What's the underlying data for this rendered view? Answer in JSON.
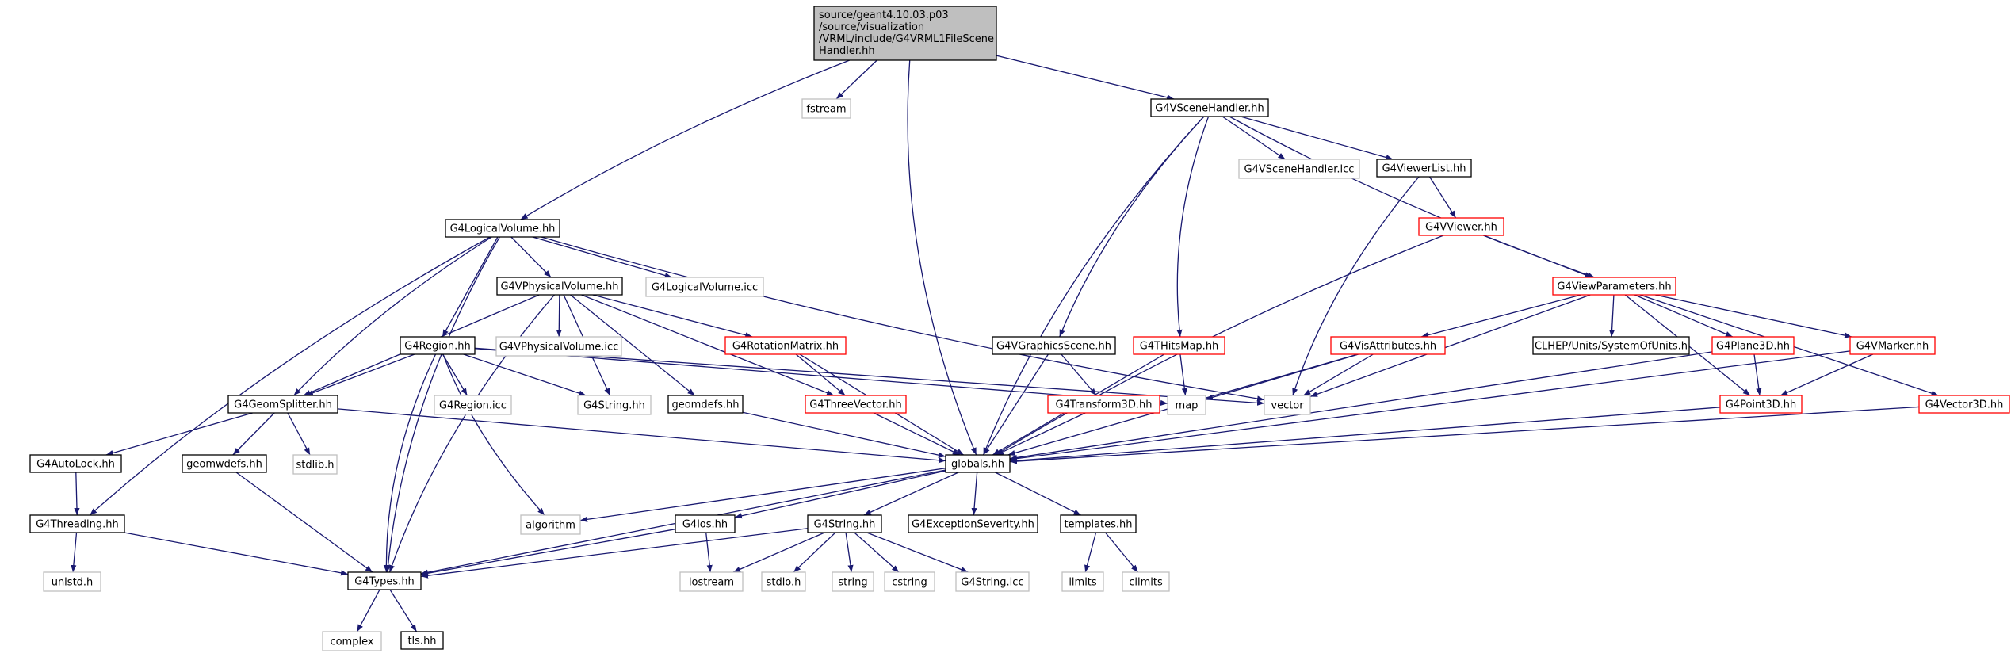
{
  "colors": {
    "edge": "#191970",
    "root_fill": "#bfbfbf",
    "black_border": "#000000",
    "red_border": "#ff0000",
    "gray_border": "#bfbfbf",
    "text": "#000000"
  },
  "root": {
    "lines": [
      "source/geant4.10.03.p03",
      "/source/visualization",
      "/VRML/include/G4VRML1FileScene",
      "Handler.hh"
    ]
  },
  "nodes": [
    {
      "id": "fstream",
      "label": "fstream",
      "style": "gray"
    },
    {
      "id": "g4vscenehandler",
      "label": "G4VSceneHandler.hh",
      "style": "black"
    },
    {
      "id": "g4vscenehandler_icc",
      "label": "G4VSceneHandler.icc",
      "style": "gray"
    },
    {
      "id": "g4viewerlist",
      "label": "G4ViewerList.hh",
      "style": "black"
    },
    {
      "id": "g4vviewer",
      "label": "G4VViewer.hh",
      "style": "red"
    },
    {
      "id": "g4viewparameters",
      "label": "G4ViewParameters.hh",
      "style": "red"
    },
    {
      "id": "g4logicalvolume",
      "label": "G4LogicalVolume.hh",
      "style": "black"
    },
    {
      "id": "g4vphysicalvolume",
      "label": "G4VPhysicalVolume.hh",
      "style": "black"
    },
    {
      "id": "g4logicalvolume_icc",
      "label": "G4LogicalVolume.icc",
      "style": "gray"
    },
    {
      "id": "g4vphysicalvolume_icc",
      "label": "G4VPhysicalVolume.icc",
      "style": "gray"
    },
    {
      "id": "g4region",
      "label": "G4Region.hh",
      "style": "black"
    },
    {
      "id": "g4rotationmatrix",
      "label": "G4RotationMatrix.hh",
      "style": "red"
    },
    {
      "id": "g4vgraphicsscene",
      "label": "G4VGraphicsScene.hh",
      "style": "black"
    },
    {
      "id": "g4thitsmap",
      "label": "G4THitsMap.hh",
      "style": "red"
    },
    {
      "id": "g4visattributes",
      "label": "G4VisAttributes.hh",
      "style": "red"
    },
    {
      "id": "clhep_units",
      "label": "CLHEP/Units/SystemOfUnits.h",
      "style": "black"
    },
    {
      "id": "g4plane3d",
      "label": "G4Plane3D.hh",
      "style": "red"
    },
    {
      "id": "g4vmarker",
      "label": "G4VMarker.hh",
      "style": "red"
    },
    {
      "id": "g4geomsplitter",
      "label": "G4GeomSplitter.hh",
      "style": "black"
    },
    {
      "id": "g4region_icc",
      "label": "G4Region.icc",
      "style": "gray"
    },
    {
      "id": "g4string_hh_gray",
      "label": "G4String.hh",
      "style": "gray"
    },
    {
      "id": "geomdefs",
      "label": "geomdefs.hh",
      "style": "black"
    },
    {
      "id": "g4threevector",
      "label": "G4ThreeVector.hh",
      "style": "red"
    },
    {
      "id": "map",
      "label": "map",
      "style": "gray"
    },
    {
      "id": "vector",
      "label": "vector",
      "style": "gray"
    },
    {
      "id": "g4transform3d",
      "label": "G4Transform3D.hh",
      "style": "red"
    },
    {
      "id": "g4point3d",
      "label": "G4Point3D.hh",
      "style": "red"
    },
    {
      "id": "g4vector3d",
      "label": "G4Vector3D.hh",
      "style": "red"
    },
    {
      "id": "g4autolock",
      "label": "G4AutoLock.hh",
      "style": "black"
    },
    {
      "id": "geomwdefs",
      "label": "geomwdefs.hh",
      "style": "black"
    },
    {
      "id": "stdlib",
      "label": "stdlib.h",
      "style": "gray"
    },
    {
      "id": "globals",
      "label": "globals.hh",
      "style": "black"
    },
    {
      "id": "g4threading",
      "label": "G4Threading.hh",
      "style": "black"
    },
    {
      "id": "algorithm",
      "label": "algorithm",
      "style": "gray"
    },
    {
      "id": "g4ios",
      "label": "G4ios.hh",
      "style": "black"
    },
    {
      "id": "g4string",
      "label": "G4String.hh",
      "style": "black"
    },
    {
      "id": "g4exceptionseverity",
      "label": "G4ExceptionSeverity.hh",
      "style": "black"
    },
    {
      "id": "templates",
      "label": "templates.hh",
      "style": "black"
    },
    {
      "id": "unistd",
      "label": "unistd.h",
      "style": "gray"
    },
    {
      "id": "g4types",
      "label": "G4Types.hh",
      "style": "black"
    },
    {
      "id": "iostream",
      "label": "iostream",
      "style": "gray"
    },
    {
      "id": "stdio",
      "label": "stdio.h",
      "style": "gray"
    },
    {
      "id": "string",
      "label": "string",
      "style": "gray"
    },
    {
      "id": "cstring",
      "label": "cstring",
      "style": "gray"
    },
    {
      "id": "g4string_icc",
      "label": "G4String.icc",
      "style": "gray"
    },
    {
      "id": "limits",
      "label": "limits",
      "style": "gray"
    },
    {
      "id": "climits",
      "label": "climits",
      "style": "gray"
    },
    {
      "id": "complex",
      "label": "complex",
      "style": "gray"
    },
    {
      "id": "tls",
      "label": "tls.hh",
      "style": "black"
    }
  ],
  "edges": [
    [
      "root",
      "fstream"
    ],
    [
      "root",
      "g4vscenehandler"
    ],
    [
      "root",
      "g4logicalvolume"
    ],
    [
      "root",
      "globals"
    ],
    [
      "g4vscenehandler",
      "g4vscenehandler_icc"
    ],
    [
      "g4vscenehandler",
      "g4viewerlist"
    ],
    [
      "g4vscenehandler",
      "g4viewparameters"
    ],
    [
      "g4vscenehandler",
      "g4vgraphicsscene"
    ],
    [
      "g4vscenehandler",
      "g4thitsmap"
    ],
    [
      "g4vscenehandler",
      "globals"
    ],
    [
      "g4viewerlist",
      "g4vviewer"
    ],
    [
      "g4viewerlist",
      "vector"
    ],
    [
      "g4vviewer",
      "g4viewparameters"
    ],
    [
      "g4vviewer",
      "globals"
    ],
    [
      "g4viewparameters",
      "g4visattributes"
    ],
    [
      "g4viewparameters",
      "clhep_units"
    ],
    [
      "g4viewparameters",
      "g4plane3d"
    ],
    [
      "g4viewparameters",
      "g4vmarker"
    ],
    [
      "g4viewparameters",
      "g4vector3d"
    ],
    [
      "g4viewparameters",
      "g4point3d"
    ],
    [
      "g4viewparameters",
      "vector"
    ],
    [
      "g4logicalvolume",
      "g4vphysicalvolume"
    ],
    [
      "g4logicalvolume",
      "g4logicalvolume_icc"
    ],
    [
      "g4logicalvolume",
      "g4region"
    ],
    [
      "g4logicalvolume",
      "g4geomsplitter"
    ],
    [
      "g4logicalvolume",
      "vector"
    ],
    [
      "g4logicalvolume",
      "g4threading"
    ],
    [
      "g4logicalvolume",
      "g4types"
    ],
    [
      "g4vphysicalvolume",
      "g4vphysicalvolume_icc"
    ],
    [
      "g4vphysicalvolume",
      "g4rotationmatrix"
    ],
    [
      "g4vphysicalvolume",
      "g4threevector"
    ],
    [
      "g4vphysicalvolume",
      "geomdefs"
    ],
    [
      "g4vphysicalvolume",
      "g4string_hh_gray"
    ],
    [
      "g4vphysicalvolume",
      "g4geomsplitter"
    ],
    [
      "g4vphysicalvolume",
      "g4types"
    ],
    [
      "g4region",
      "g4region_icc"
    ],
    [
      "g4region",
      "g4string_hh_gray"
    ],
    [
      "g4region",
      "g4geomsplitter"
    ],
    [
      "g4region",
      "map"
    ],
    [
      "g4region",
      "vector"
    ],
    [
      "g4region",
      "algorithm"
    ],
    [
      "g4region",
      "g4types"
    ],
    [
      "g4rotationmatrix",
      "g4threevector"
    ],
    [
      "g4rotationmatrix",
      "globals"
    ],
    [
      "g4threevector",
      "globals"
    ],
    [
      "geomdefs",
      "globals"
    ],
    [
      "g4vgraphicsscene",
      "g4transform3d"
    ],
    [
      "g4vgraphicsscene",
      "globals"
    ],
    [
      "g4thitsmap",
      "map"
    ],
    [
      "g4thitsmap",
      "globals"
    ],
    [
      "g4visattributes",
      "map"
    ],
    [
      "g4visattributes",
      "vector"
    ],
    [
      "g4visattributes",
      "globals"
    ],
    [
      "g4plane3d",
      "g4point3d"
    ],
    [
      "g4plane3d",
      "globals"
    ],
    [
      "g4vmarker",
      "g4point3d"
    ],
    [
      "g4vmarker",
      "globals"
    ],
    [
      "g4point3d",
      "globals"
    ],
    [
      "g4vector3d",
      "globals"
    ],
    [
      "g4transform3d",
      "globals"
    ],
    [
      "g4geomsplitter",
      "g4autolock"
    ],
    [
      "g4geomsplitter",
      "geomwdefs"
    ],
    [
      "g4geomsplitter",
      "stdlib"
    ],
    [
      "g4geomsplitter",
      "globals"
    ],
    [
      "g4autolock",
      "g4threading"
    ],
    [
      "geomwdefs",
      "g4types"
    ],
    [
      "g4threading",
      "unistd"
    ],
    [
      "g4threading",
      "g4types"
    ],
    [
      "globals",
      "algorithm"
    ],
    [
      "globals",
      "g4ios"
    ],
    [
      "globals",
      "g4string"
    ],
    [
      "globals",
      "g4exceptionseverity"
    ],
    [
      "globals",
      "templates"
    ],
    [
      "globals",
      "g4types"
    ],
    [
      "g4ios",
      "iostream"
    ],
    [
      "g4ios",
      "g4types"
    ],
    [
      "g4string",
      "iostream"
    ],
    [
      "g4string",
      "stdio"
    ],
    [
      "g4string",
      "string"
    ],
    [
      "g4string",
      "cstring"
    ],
    [
      "g4string",
      "g4string_icc"
    ],
    [
      "g4string",
      "g4types"
    ],
    [
      "templates",
      "limits"
    ],
    [
      "templates",
      "climits"
    ],
    [
      "g4types",
      "complex"
    ],
    [
      "g4types",
      "tls"
    ]
  ]
}
